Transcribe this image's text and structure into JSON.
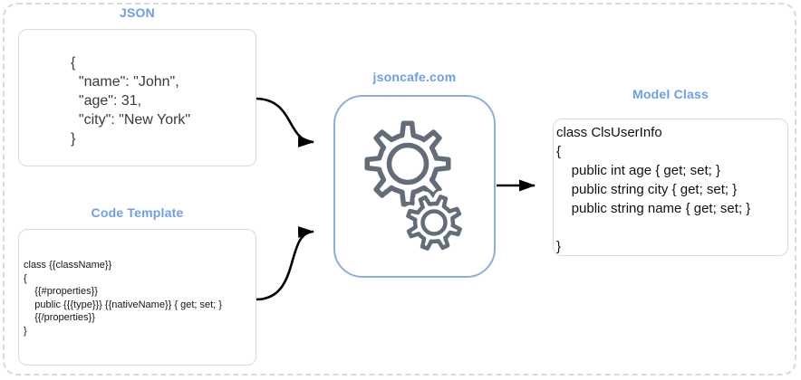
{
  "diagram": {
    "nodes": {
      "json": {
        "label": "JSON",
        "code": "{\n  \"name\": \"John\",\n  \"age\": 31,\n  \"city\": \"New York\"\n}"
      },
      "template": {
        "label": "Code Template",
        "code": "class {{className}}\n{\n    {{#properties}}\n    public {{{type}}} {{nativeName}} { get; set; }\n    {{/properties}}\n}"
      },
      "processor": {
        "label": "jsoncafe.com",
        "icon": "gears-icon"
      },
      "model": {
        "label": "Model Class",
        "code": "class ClsUserInfo\n{\n    public int age { get; set; }\n    public string city { get; set; }\n    public string name { get; set; }\n\n}"
      }
    },
    "connections": [
      {
        "from": "json",
        "to": "processor"
      },
      {
        "from": "template",
        "to": "processor"
      },
      {
        "from": "processor",
        "to": "model"
      }
    ],
    "colors": {
      "accent_blue": "#6d9eeb",
      "processor_border_blue": "#8aaede",
      "box_border_gray": "#d9d9d9",
      "dashed_frame_gray": "#d9d9d9",
      "gear_gray": "#636c79",
      "arrow_black": "#000000"
    }
  }
}
